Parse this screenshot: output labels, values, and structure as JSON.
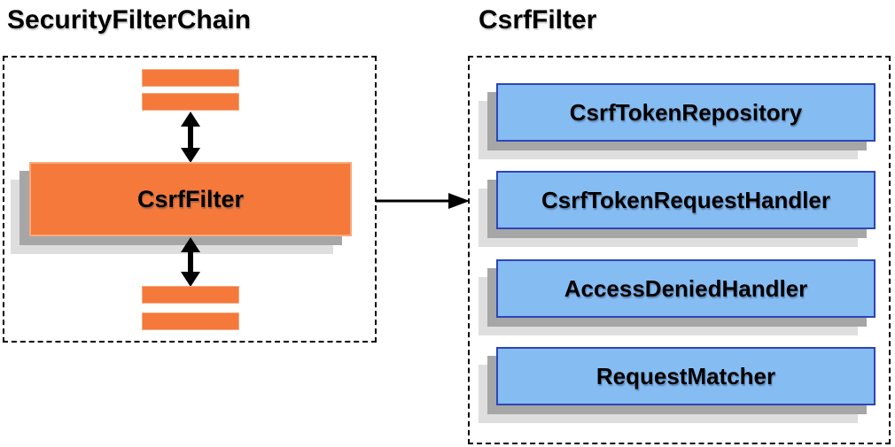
{
  "left_panel": {
    "title": "SecurityFilterChain",
    "filter_box_label": "CsrfFilter",
    "filter_bars_count": 4
  },
  "right_panel": {
    "title": "CsrfFilter",
    "components": [
      {
        "label": "CsrfTokenRepository"
      },
      {
        "label": "CsrfTokenRequestHandler"
      },
      {
        "label": "AccessDeniedHandler"
      },
      {
        "label": "RequestMatcher"
      }
    ]
  },
  "colors": {
    "filter_orange": "#F4793B",
    "filter_orange_border": "#F8A97E",
    "component_blue": "#85BCF2",
    "component_blue_border": "#2D46B4",
    "shadow_dark": "#A6A6A6",
    "shadow_light": "#DEDEDE",
    "border_dashed": "#000000",
    "arrow_black": "#000000"
  }
}
